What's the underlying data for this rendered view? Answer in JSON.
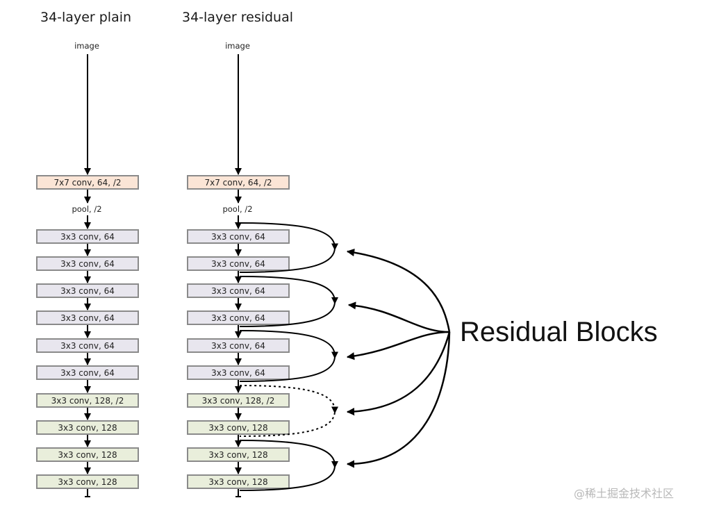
{
  "columns": [
    {
      "id": "plain",
      "title": "34-layer plain",
      "input_label": "image",
      "pool_label": "pool, /2",
      "layers": [
        {
          "label": "7x7 conv, 64, /2",
          "color": "#fbe5d6"
        },
        {
          "label": "3x3 conv, 64",
          "color": "#e8e6ee"
        },
        {
          "label": "3x3 conv, 64",
          "color": "#e8e6ee"
        },
        {
          "label": "3x3 conv, 64",
          "color": "#e8e6ee"
        },
        {
          "label": "3x3 conv, 64",
          "color": "#e8e6ee"
        },
        {
          "label": "3x3 conv, 64",
          "color": "#e8e6ee"
        },
        {
          "label": "3x3 conv, 64",
          "color": "#e8e6ee"
        },
        {
          "label": "3x3 conv, 128, /2",
          "color": "#e9eedb"
        },
        {
          "label": "3x3 conv, 128",
          "color": "#e9eedb"
        },
        {
          "label": "3x3 conv, 128",
          "color": "#e9eedb"
        },
        {
          "label": "3x3 conv, 128",
          "color": "#e9eedb"
        }
      ]
    },
    {
      "id": "residual",
      "title": "34-layer residual",
      "input_label": "image",
      "pool_label": "pool, /2",
      "layers": [
        {
          "label": "7x7 conv, 64, /2",
          "color": "#fbe5d6"
        },
        {
          "label": "3x3 conv, 64",
          "color": "#e8e6ee"
        },
        {
          "label": "3x3 conv, 64",
          "color": "#e8e6ee"
        },
        {
          "label": "3x3 conv, 64",
          "color": "#e8e6ee"
        },
        {
          "label": "3x3 conv, 64",
          "color": "#e8e6ee"
        },
        {
          "label": "3x3 conv, 64",
          "color": "#e8e6ee"
        },
        {
          "label": "3x3 conv, 64",
          "color": "#e8e6ee"
        },
        {
          "label": "3x3 conv, 128, /2",
          "color": "#e9eedb"
        },
        {
          "label": "3x3 conv, 128",
          "color": "#e9eedb"
        },
        {
          "label": "3x3 conv, 128",
          "color": "#e9eedb"
        },
        {
          "label": "3x3 conv, 128",
          "color": "#e9eedb"
        }
      ]
    }
  ],
  "shortcuts": [
    {
      "from_layer": 1,
      "to_layer": 2,
      "style": "solid"
    },
    {
      "from_layer": 3,
      "to_layer": 4,
      "style": "solid"
    },
    {
      "from_layer": 5,
      "to_layer": 6,
      "style": "solid"
    },
    {
      "from_layer": 7,
      "to_layer": 8,
      "style": "dashed"
    },
    {
      "from_layer": 9,
      "to_layer": 10,
      "style": "solid"
    }
  ],
  "callout": {
    "label": "Residual Blocks"
  },
  "watermark": "@稀土掘金技术社区",
  "colors": {
    "conv7x7": "#fbe5d6",
    "conv64": "#e8e6ee",
    "conv128": "#e9eedb",
    "border": "#8a8a8a",
    "arrow": "#000000"
  }
}
